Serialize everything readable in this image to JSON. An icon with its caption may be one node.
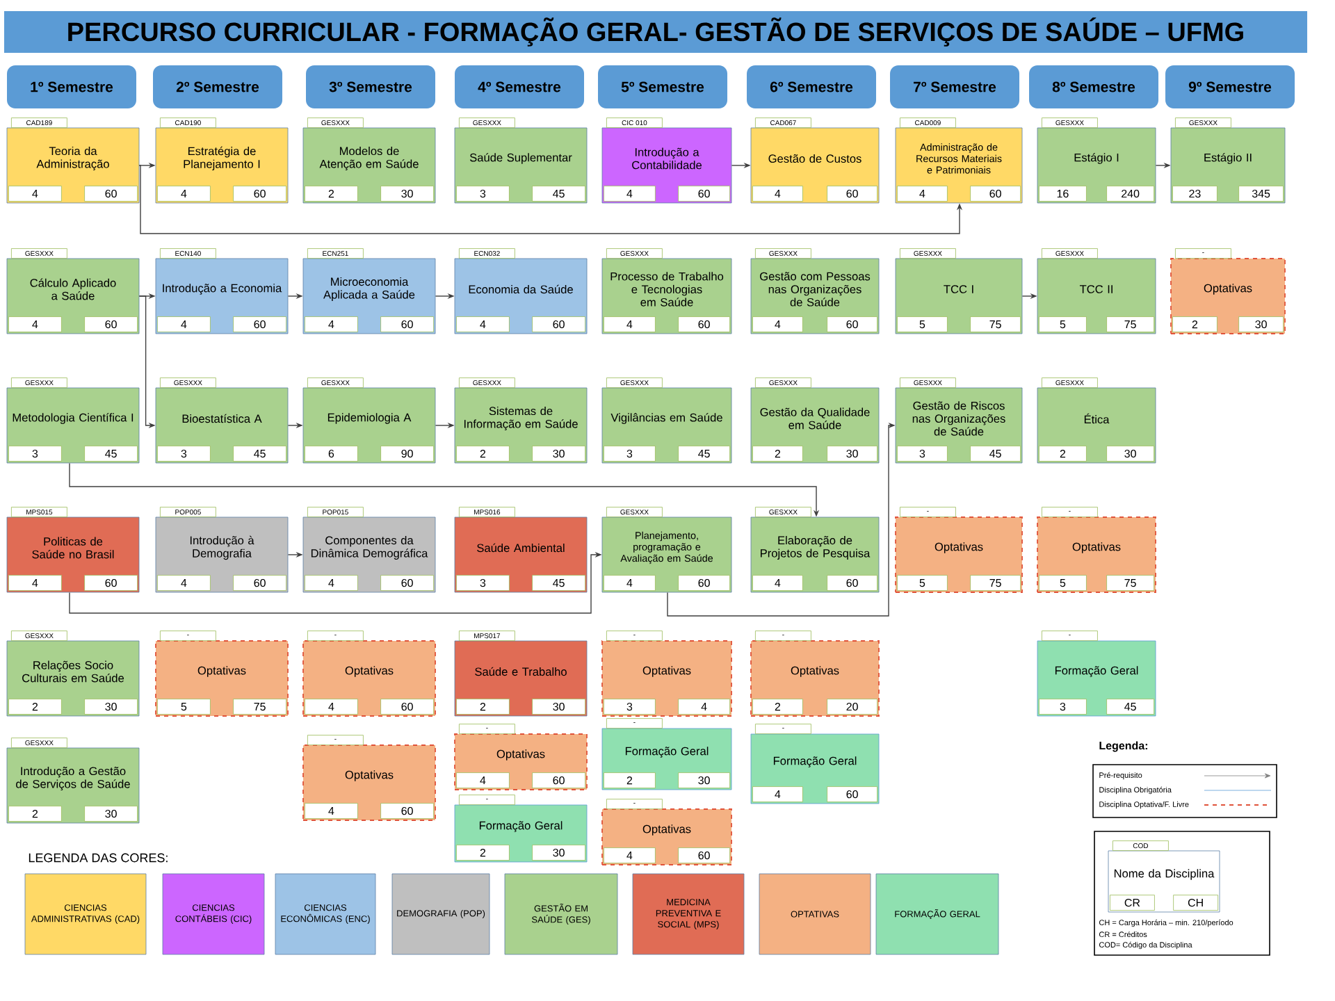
{
  "diagram": {
    "title": "PERCURSO CURRICULAR - FORMAÇÃO GERAL- GESTÃO DE SERVIÇOS DE SAÚDE – UFMG",
    "nodes": [
      {
        "text": [
          "1º Semestre"
        ]
      },
      {
        "text": [
          "2º Semestre"
        ]
      },
      {
        "text": [
          "3º Semestre"
        ]
      },
      {
        "text": [
          "4º Semestre"
        ]
      },
      {
        "text": [
          "5º Semestre"
        ]
      },
      {
        "text": [
          "6º Semestre"
        ]
      },
      {
        "text": [
          "7º Semestre"
        ]
      },
      {
        "text": [
          "8º Semestre"
        ]
      },
      {
        "text": [
          "9º Semestre"
        ]
      },
      {
        "text": [
          "CAD189",
          "Teoria da Administração",
          "4",
          "60"
        ]
      },
      {
        "text": [
          "CAD190",
          "Estratégia de Planejamento I",
          "4",
          "60"
        ]
      },
      {
        "text": [
          "GESXXX",
          "Modelos de Atenção em Saúde",
          "2",
          "30"
        ]
      },
      {
        "text": [
          "GESXXX",
          "Saúde Suplementar",
          "3",
          "45"
        ]
      },
      {
        "text": [
          "CIC 010",
          "Introdução a Contabilidade",
          "4",
          "60"
        ]
      },
      {
        "text": [
          "CAD067",
          "Gestão de Custos",
          "4",
          "60"
        ]
      },
      {
        "text": [
          "CAD009",
          "Administração de Recursos Materiais e Patrimoniais",
          "4",
          "60"
        ]
      },
      {
        "text": [
          "GESXXX",
          "Estágio I",
          "16",
          "240"
        ]
      },
      {
        "text": [
          "GESXXX",
          "Estágio II",
          "23",
          "345"
        ]
      },
      {
        "text": [
          "GESXXX",
          "Cálculo Aplicado a Saúde",
          "4",
          "60"
        ]
      },
      {
        "text": [
          "ECN140",
          "Introdução a Economia",
          "4",
          "60"
        ]
      },
      {
        "text": [
          "ECN251",
          "Microeconomia Aplicada a Saúde",
          "4",
          "60"
        ]
      },
      {
        "text": [
          "ECN032",
          "Economia da Saúde",
          "4",
          "60"
        ]
      },
      {
        "text": [
          "GESXXX",
          "Processo de Trabalho e Tecnologias em Saúde",
          "4",
          "60"
        ]
      },
      {
        "text": [
          "GESXXX",
          "Gestão com Pessoas nas Organizações de Saúde",
          "4",
          "60"
        ]
      },
      {
        "text": [
          "GESXXX",
          "TCC I",
          "5",
          "75"
        ]
      },
      {
        "text": [
          "GESXXX",
          "TCC II",
          "5",
          "75"
        ]
      },
      {
        "text": [
          "-",
          "Optativas",
          "2",
          "30"
        ]
      },
      {
        "text": [
          "GESXXX",
          "Metodologia Científica I",
          "3",
          "45"
        ]
      },
      {
        "text": [
          "GESXXX",
          "Bioestatística A",
          "3",
          "45"
        ]
      },
      {
        "text": [
          "GESXXX",
          "Epidemiologia A",
          "6",
          "90"
        ]
      },
      {
        "text": [
          "GESXXX",
          "Sistemas de Informação em Saúde",
          "2",
          "30"
        ]
      },
      {
        "text": [
          "GESXXX",
          "Vigilâncias em Saúde",
          "3",
          "45"
        ]
      },
      {
        "text": [
          "GESXXX",
          "Gestão da Qualidade em Saúde",
          "2",
          "30"
        ]
      },
      {
        "text": [
          "GESXXX",
          "Gestão de Riscos nas Organizações de Saúde",
          "3",
          "45"
        ]
      },
      {
        "text": [
          "GESXXX",
          "Ética",
          "2",
          "30"
        ]
      },
      {
        "text": [
          "MPS015",
          "Politicas de Saúde no Brasil",
          "4",
          "60"
        ]
      },
      {
        "text": [
          "POP005",
          "Introdução à Demografia",
          "4",
          "60"
        ]
      },
      {
        "text": [
          "POP015",
          "Componentes da Dinâmica Demográfica",
          "4",
          "60"
        ]
      },
      {
        "text": [
          "MPS016",
          "Saúde Ambiental",
          "3",
          "45"
        ]
      },
      {
        "text": [
          "GESXXX",
          "Planejamento, programação e Avaliação em Saúde",
          "4",
          "60"
        ]
      },
      {
        "text": [
          "GESXXX",
          "Elaboração de Projetos de Pesquisa",
          "4",
          "60"
        ]
      },
      {
        "text": [
          "-",
          "Optativas",
          "5",
          "75"
        ]
      },
      {
        "text": [
          "-",
          "Optativas",
          "5",
          "75"
        ]
      },
      {
        "text": [
          "GESXXX",
          "Relações Socio Culturais em Saúde",
          "2",
          "30"
        ]
      },
      {
        "text": [
          "-",
          "Optativas",
          "5",
          "75"
        ]
      },
      {
        "text": [
          "-",
          "Optativas",
          "4",
          "60"
        ]
      },
      {
        "text": [
          "MPS017",
          "Saúde e Trabalho",
          "2",
          "30"
        ]
      },
      {
        "text": [
          "-",
          "Optativas",
          "3",
          "4"
        ]
      },
      {
        "text": [
          "-",
          "Optativas",
          "2",
          "20"
        ]
      },
      {
        "text": [
          "-",
          "Formação Geral",
          "3",
          "45"
        ]
      },
      {
        "text": [
          "GESXXX",
          "Introdução a Gestão de Serviços de Saúde",
          "2",
          "30"
        ]
      },
      {
        "text": [
          "-",
          "Optativas",
          "4",
          "60"
        ]
      },
      {
        "text": [
          "-",
          "Formação Geral",
          "2",
          "30"
        ]
      },
      {
        "text": [
          "-",
          "Formação Geral",
          "4",
          "60"
        ]
      },
      {
        "text": [
          "-",
          "Optativas",
          "4",
          "60"
        ]
      },
      {
        "text": [
          "-",
          "Formação Geral",
          "2",
          "30"
        ]
      },
      {
        "text": [
          "-",
          "Optativas",
          "4",
          "60"
        ]
      },
      {
        "text": [
          "COD",
          "Nome da Disciplina",
          "CR",
          "CH"
        ]
      }
    ],
    "edges": [
      {
        "from": 9,
        "to": 10,
        "arrow": "to"
      },
      {
        "from": 9,
        "to": 15,
        "arrow": "to"
      },
      {
        "from": 18,
        "to": 19,
        "arrow": "to"
      },
      {
        "from": 18,
        "to": 28,
        "arrow": "to"
      },
      {
        "from": 19,
        "to": 20,
        "arrow": "to"
      },
      {
        "from": 20,
        "to": 21,
        "arrow": "to"
      },
      {
        "from": 28,
        "to": 29,
        "arrow": "to"
      },
      {
        "from": 29,
        "to": 30,
        "arrow": "to"
      },
      {
        "from": 27,
        "to": 40,
        "arrow": "to"
      },
      {
        "from": 35,
        "to": 39,
        "arrow": "to"
      },
      {
        "from": 36,
        "to": 37,
        "arrow": "to"
      },
      {
        "from": 39,
        "to": 33,
        "arrow": "to"
      },
      {
        "from": 13,
        "to": 14,
        "arrow": "to"
      },
      {
        "from": 16,
        "to": 17,
        "arrow": "to"
      },
      {
        "from": 24,
        "to": 25,
        "arrow": "to"
      }
    ],
    "labels": [
      "LEGENDA DAS CORES:",
      "Legenda:",
      "CH = Carga Horária – min. 210/período",
      "CR = Créditos",
      "COD= Código da Disciplina"
    ],
    "legend": [
      {
        "text": "CIENCIAS ADMINISTRATIVAS (CAD)",
        "color": "#ffd966"
      },
      {
        "text": "CIENCIAS CONTÁBEIS (CIC)",
        "color": "#cc66ff"
      },
      {
        "text": "CIENCIAS ECONÔMICAS (ENC)",
        "color": "#9dc3e6"
      },
      {
        "text": "DEMOGRAFIA (POP)",
        "color": "#bfbfbf"
      },
      {
        "text": "GESTÃO EM SAÚDE (GES)",
        "color": "#a9d18e"
      },
      {
        "text": "MEDICINA PREVENTIVA E SOCIAL (MPS)",
        "color": "#e06c55"
      },
      {
        "text": "OPTATIVAS",
        "color": "#f4b183"
      },
      {
        "text": "FORMAÇÃO GERAL",
        "color": "#8fe0b0"
      },
      {
        "text": "Pré-requisito"
      },
      {
        "text": "Disciplina Obrigatória"
      },
      {
        "text": "Disciplina Optativa/F. Livre"
      }
    ]
  }
}
